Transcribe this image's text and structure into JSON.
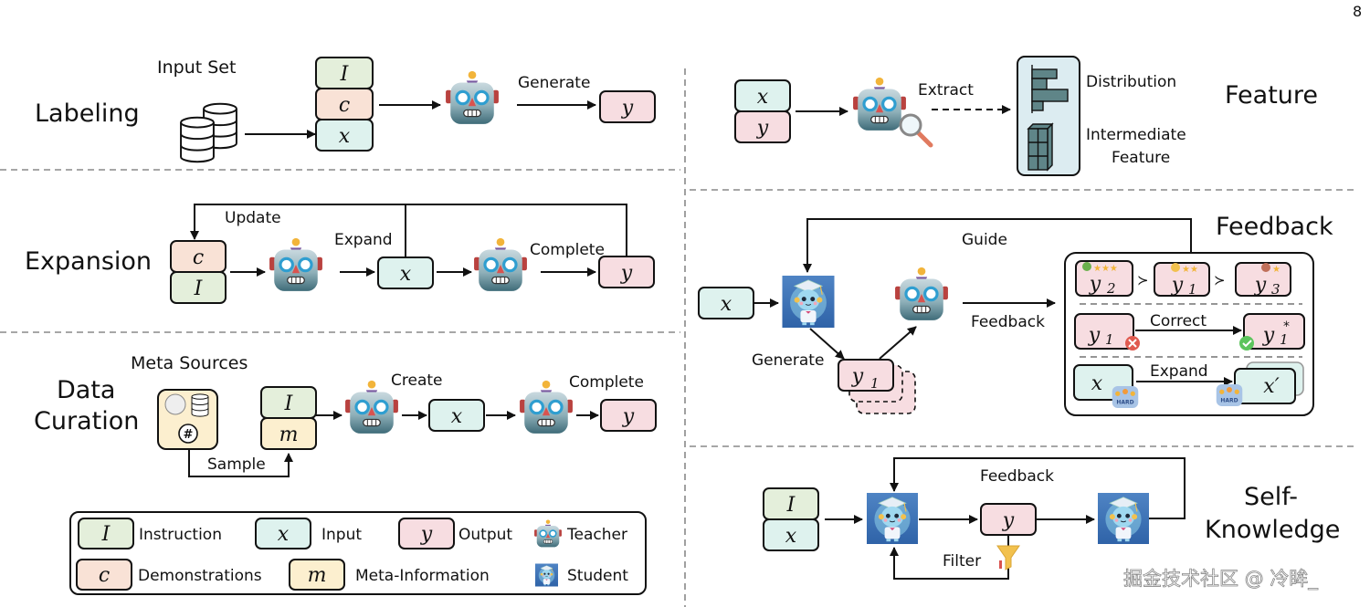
{
  "page_number": "8",
  "colors": {
    "instruction": "#e4efdb",
    "demonstration": "#f9e2d6",
    "input": "#def2ee",
    "output": "#f7dde1",
    "meta": "#fcefcf",
    "feature_panel": "#dcecf1",
    "feature_bars": "#5f8588",
    "stroke": "#111111",
    "divider": "#888888"
  },
  "symbols": {
    "instruction": "I",
    "demonstration": "c",
    "input": "x",
    "output": "y",
    "meta": "m"
  },
  "sections": {
    "labeling": {
      "title": "Labeling",
      "input_set_label": "Input Set",
      "generate_label": "Generate"
    },
    "expansion": {
      "title": "Expansion",
      "update_label": "Update",
      "expand_label": "Expand",
      "complete_label": "Complete"
    },
    "data_curation": {
      "title_line1": "Data",
      "title_line2": "Curation",
      "meta_sources_label": "Meta Sources",
      "sample_label": "Sample",
      "create_label": "Create",
      "complete_label": "Complete",
      "hash_symbol": "#"
    },
    "feature": {
      "title": "Feature",
      "extract_label": "Extract",
      "distribution_label": "Distribution",
      "intermediate_label_line1": "Intermediate",
      "intermediate_label_line2": "Feature"
    },
    "feedback": {
      "title": "Feedback",
      "guide_label": "Guide",
      "generate_label": "Generate",
      "feedback_label": "Feedback",
      "correct_label": "Correct",
      "expand_label": "Expand",
      "ranking": [
        {
          "symbol": "y",
          "sub": "2",
          "stars": 3,
          "mood": "happy"
        },
        {
          "symbol": "y",
          "sub": "1",
          "stars": 2,
          "mood": "neutral"
        },
        {
          "symbol": "y",
          "sub": "3",
          "stars": 1,
          "mood": "sad"
        }
      ],
      "gt_symbol": "≻",
      "y1_sub": "1",
      "y2_sub": "2",
      "y3_sub": "3",
      "corrected_sup": "*",
      "x_prime": "x′",
      "hard_badge": "HARD"
    },
    "self_knowledge": {
      "title_line1": "Self-",
      "title_line2": "Knowledge",
      "feedback_label": "Feedback",
      "filter_label": "Filter"
    }
  },
  "legend": {
    "items": [
      {
        "symbol": "I",
        "label": "Instruction",
        "kind": "instruction"
      },
      {
        "symbol": "x",
        "label": "Input",
        "kind": "input"
      },
      {
        "symbol": "y",
        "label": "Output",
        "kind": "output"
      },
      {
        "icon": "teacher",
        "label": "Teacher"
      },
      {
        "symbol": "c",
        "label": "Demonstrations",
        "kind": "demonstration"
      },
      {
        "symbol": "m",
        "label": "Meta-Information",
        "kind": "meta"
      },
      {
        "icon": "student",
        "label": "Student"
      }
    ]
  },
  "watermark": "掘金技术社区 @ 冷眸_"
}
